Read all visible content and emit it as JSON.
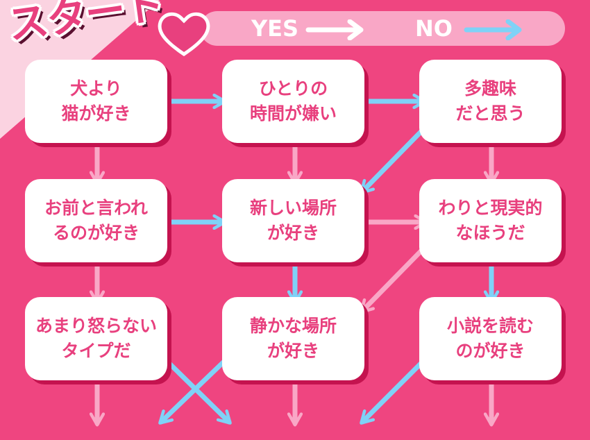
{
  "start_label": "スタート",
  "legend": {
    "yes": "YES",
    "no": "NO"
  },
  "colors": {
    "background": "#ef4580",
    "box": "#ffffff",
    "box_text": "#e8407e",
    "yes_arrow": "#f9a7c6",
    "no_arrow": "#7fd2f7"
  },
  "nodes": {
    "dog_cat": {
      "lines": [
        "犬より",
        "猫が好き"
      ]
    },
    "alone_time": {
      "lines": [
        "ひとりの",
        "時間が嫌い"
      ]
    },
    "many_hobbies": {
      "lines": [
        "多趣味",
        "だと思う"
      ]
    },
    "called_omae": {
      "lines": [
        "お前と言われ",
        "るのが好き"
      ]
    },
    "new_places": {
      "lines": [
        "新しい場所",
        "が好き"
      ]
    },
    "realistic": {
      "lines": [
        "わりと現実的",
        "なほうだ"
      ]
    },
    "not_angry": {
      "lines": [
        "あまり怒らない",
        "タイプだ"
      ]
    },
    "quiet_places": {
      "lines": [
        "静かな場所",
        "が好き"
      ]
    },
    "reading": {
      "lines": [
        "小説を読む",
        "のが好き"
      ]
    }
  }
}
